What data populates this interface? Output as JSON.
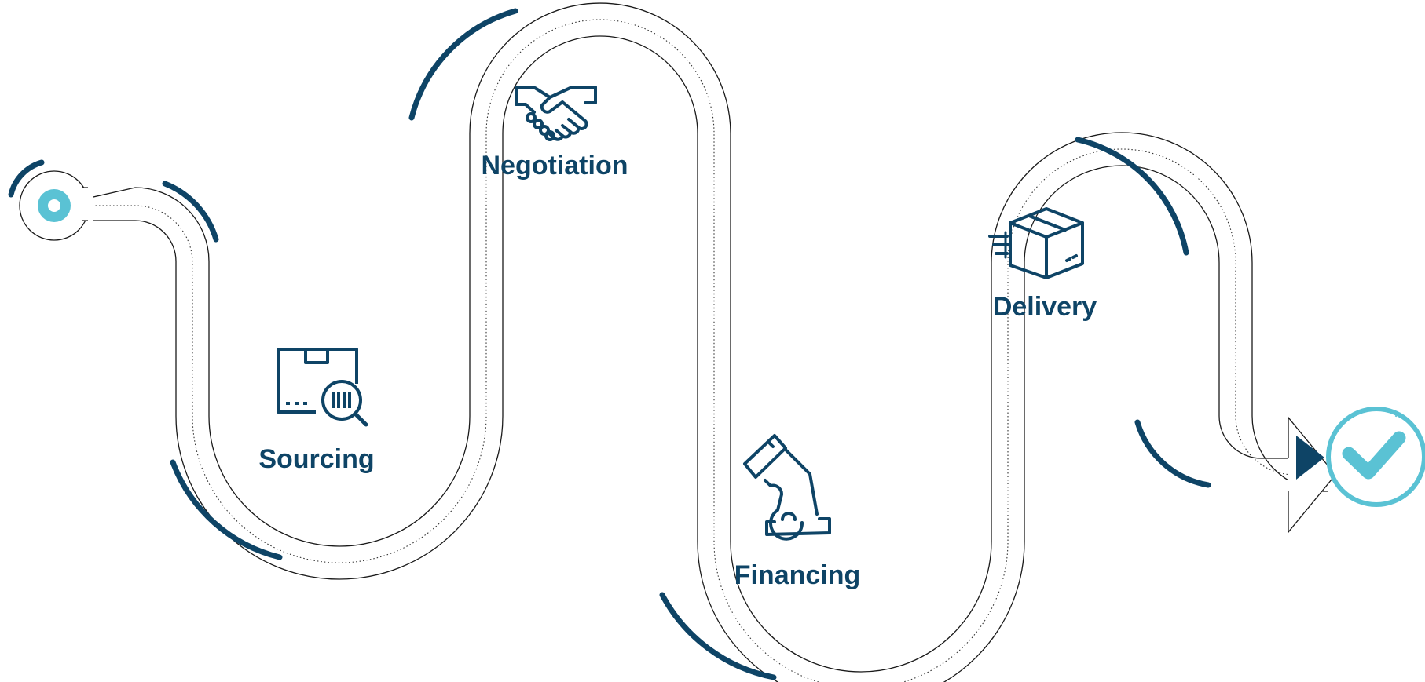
{
  "colors": {
    "primary": "#0e4466",
    "accent": "#5ac2d4",
    "track_line": "#1a1a1a",
    "background": "#ffffff"
  },
  "steps": [
    {
      "label": "Sourcing",
      "icon": "box-barcode-search-icon"
    },
    {
      "label": "Negotiation",
      "icon": "handshake-icon"
    },
    {
      "label": "Financing",
      "icon": "hand-card-payment-icon"
    },
    {
      "label": "Delivery",
      "icon": "fast-delivery-box-icon"
    }
  ],
  "start_marker": {
    "icon": "start-dot-icon"
  },
  "end_marker": {
    "icon": "checkmark-circle-icon"
  }
}
